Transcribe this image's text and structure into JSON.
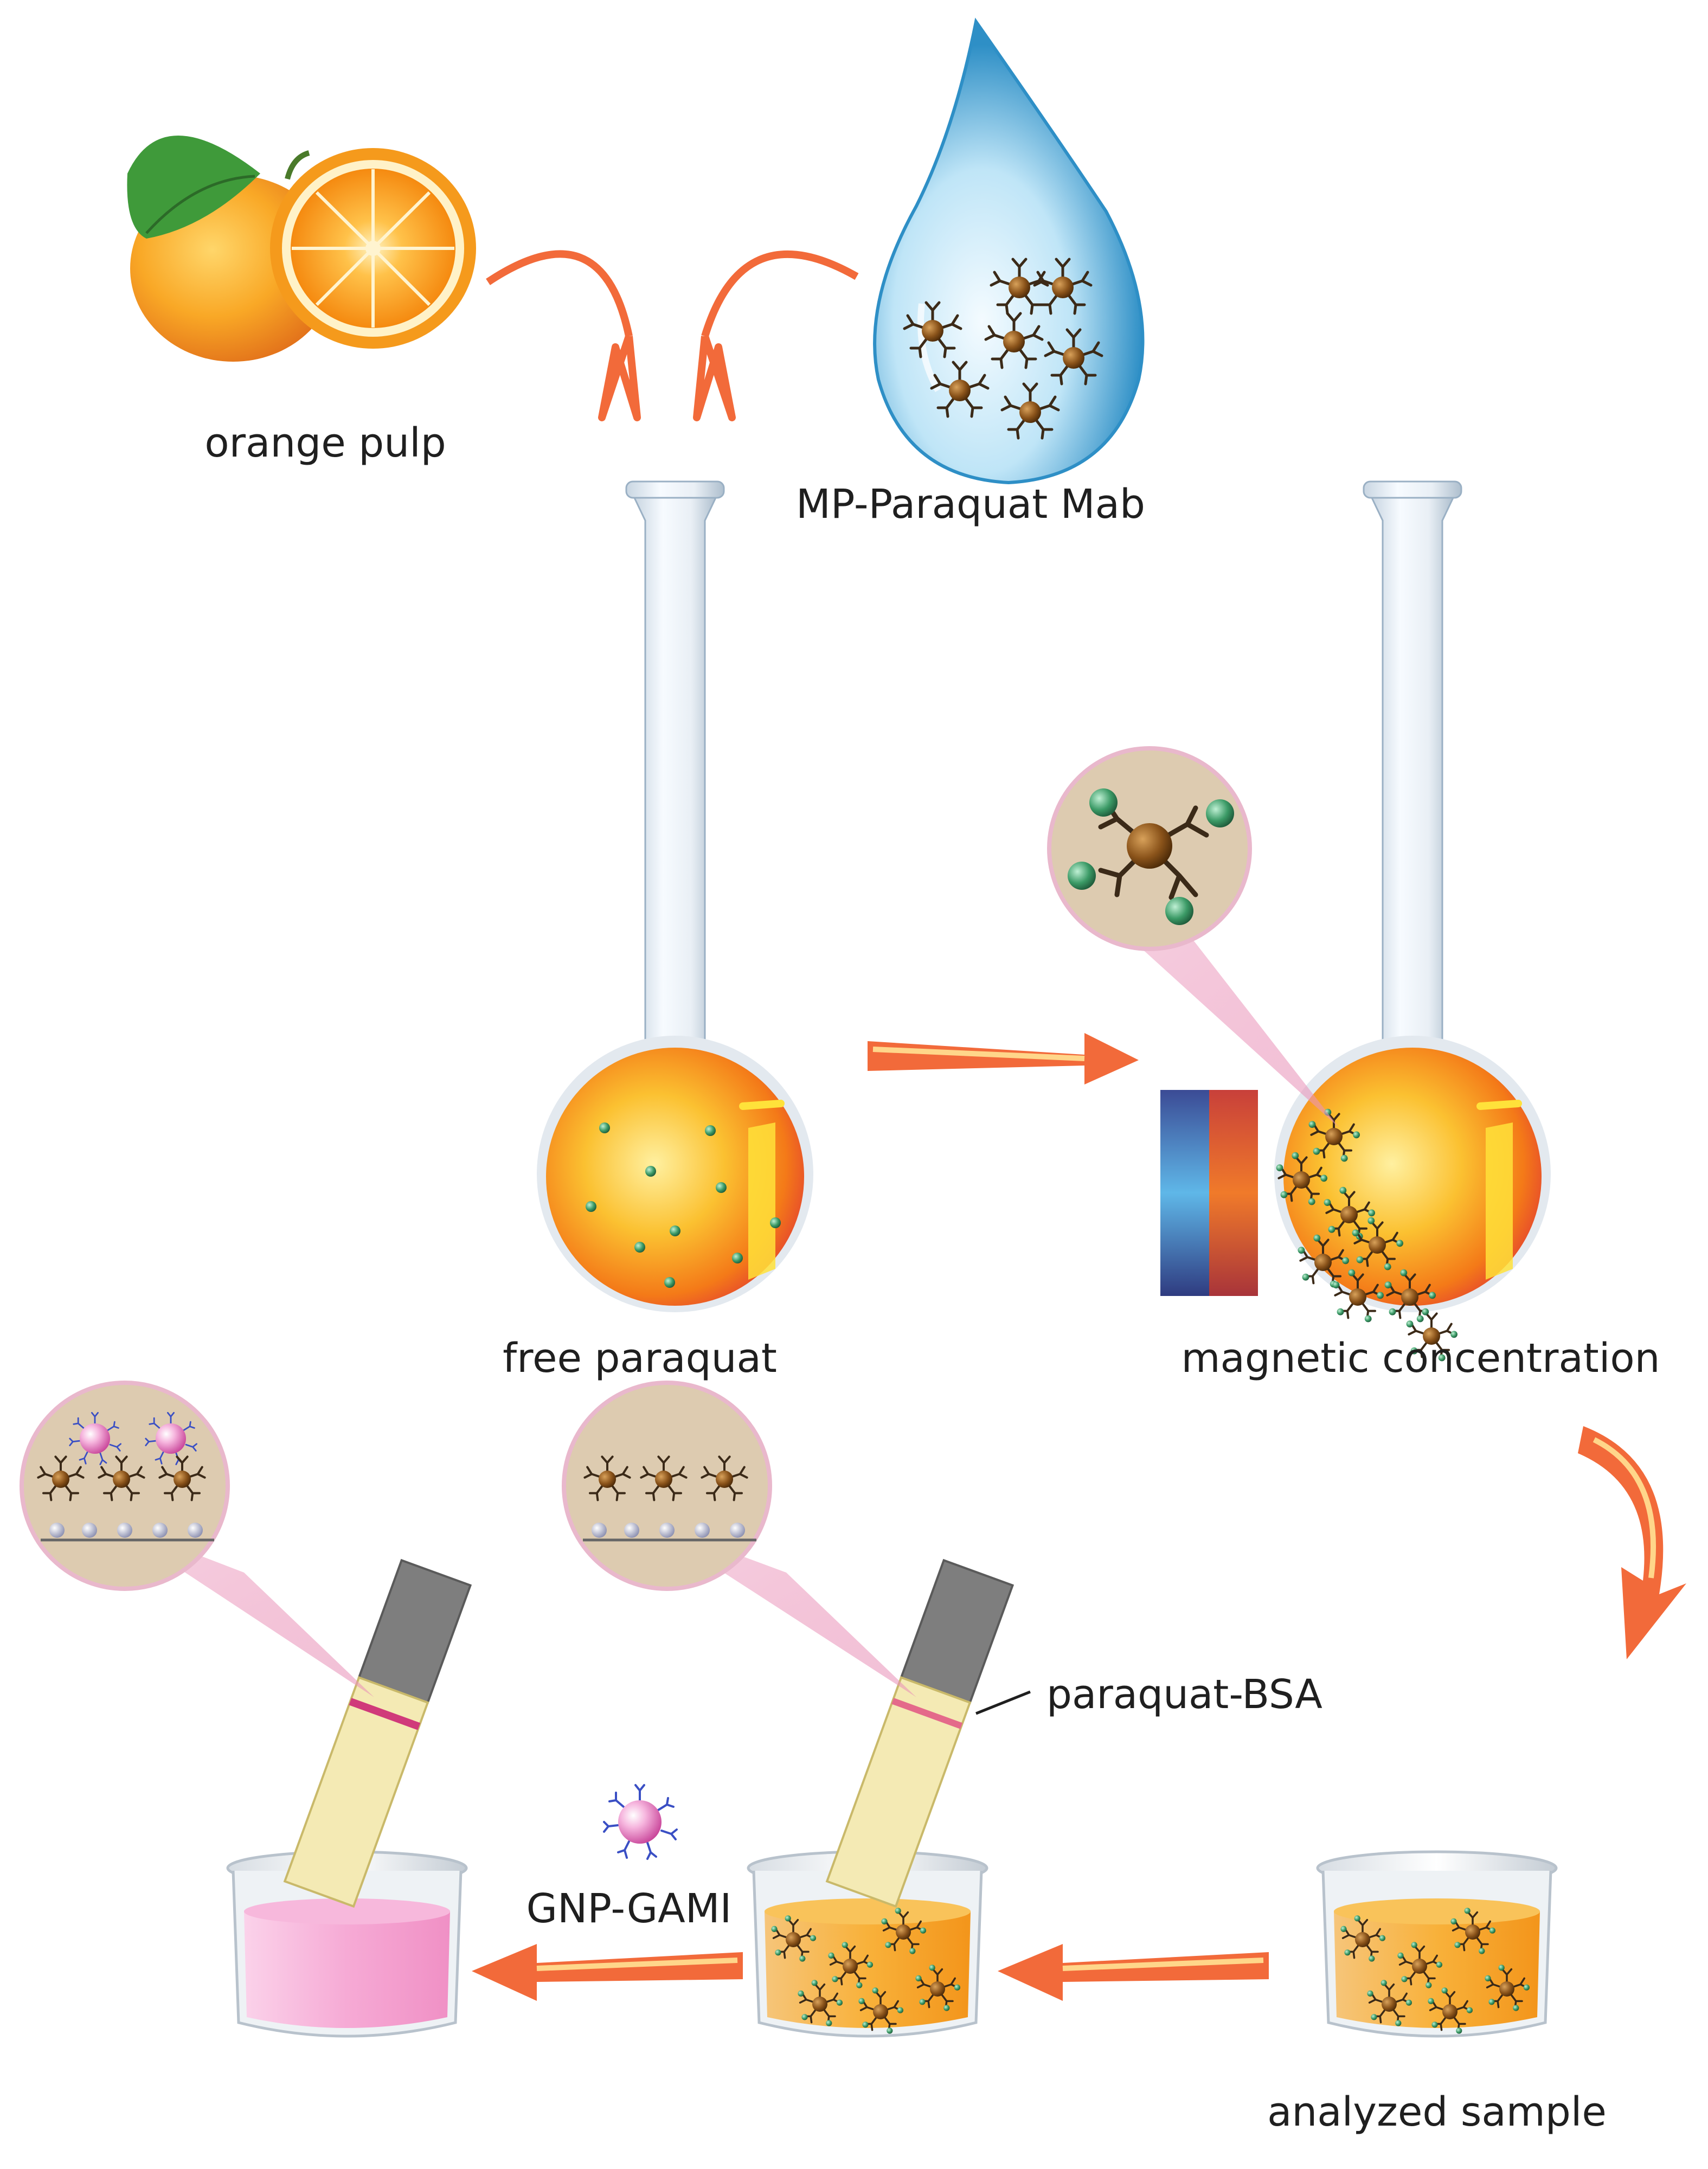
{
  "labels": {
    "orange_pulp": "orange pulp",
    "mp_paraquat_mab": "MP-Paraquat Mab",
    "free_paraquat": "free paraquat",
    "magnetic_concentration": "magnetic concentration",
    "paraquat_bsa": "paraquat-BSA",
    "gnp_gami": "GNP-GAMI",
    "analyzed_sample": "analyzed sample"
  },
  "colors": {
    "arrow": "#f26a3a",
    "orange": "#f59a1c",
    "leaf": "#3f9a3a",
    "water": "#8fd0ee",
    "particle_core": "#7a4a12",
    "antigen": "#2f8a5c",
    "gold_nanoparticle": "#e27bc2",
    "antibody_blue": "#3a4fc4",
    "magnet_blue": "#3a4f9a",
    "magnet_red": "#e5553a",
    "strip": "#f4eab4",
    "strip_cap": "#888888",
    "zoom_bg": "#ddcbb0",
    "pink_liquid": "#f5a8d4"
  },
  "icons": [
    "orange-fruit-icon",
    "water-drop-icon",
    "volumetric-flask-icon",
    "magnet-icon",
    "test-strip-icon",
    "beaker-icon",
    "curved-arrow-icon",
    "straight-arrow-icon",
    "magnifier-callout-icon",
    "gold-nanoparticle-icon",
    "magnetic-particle-icon"
  ]
}
